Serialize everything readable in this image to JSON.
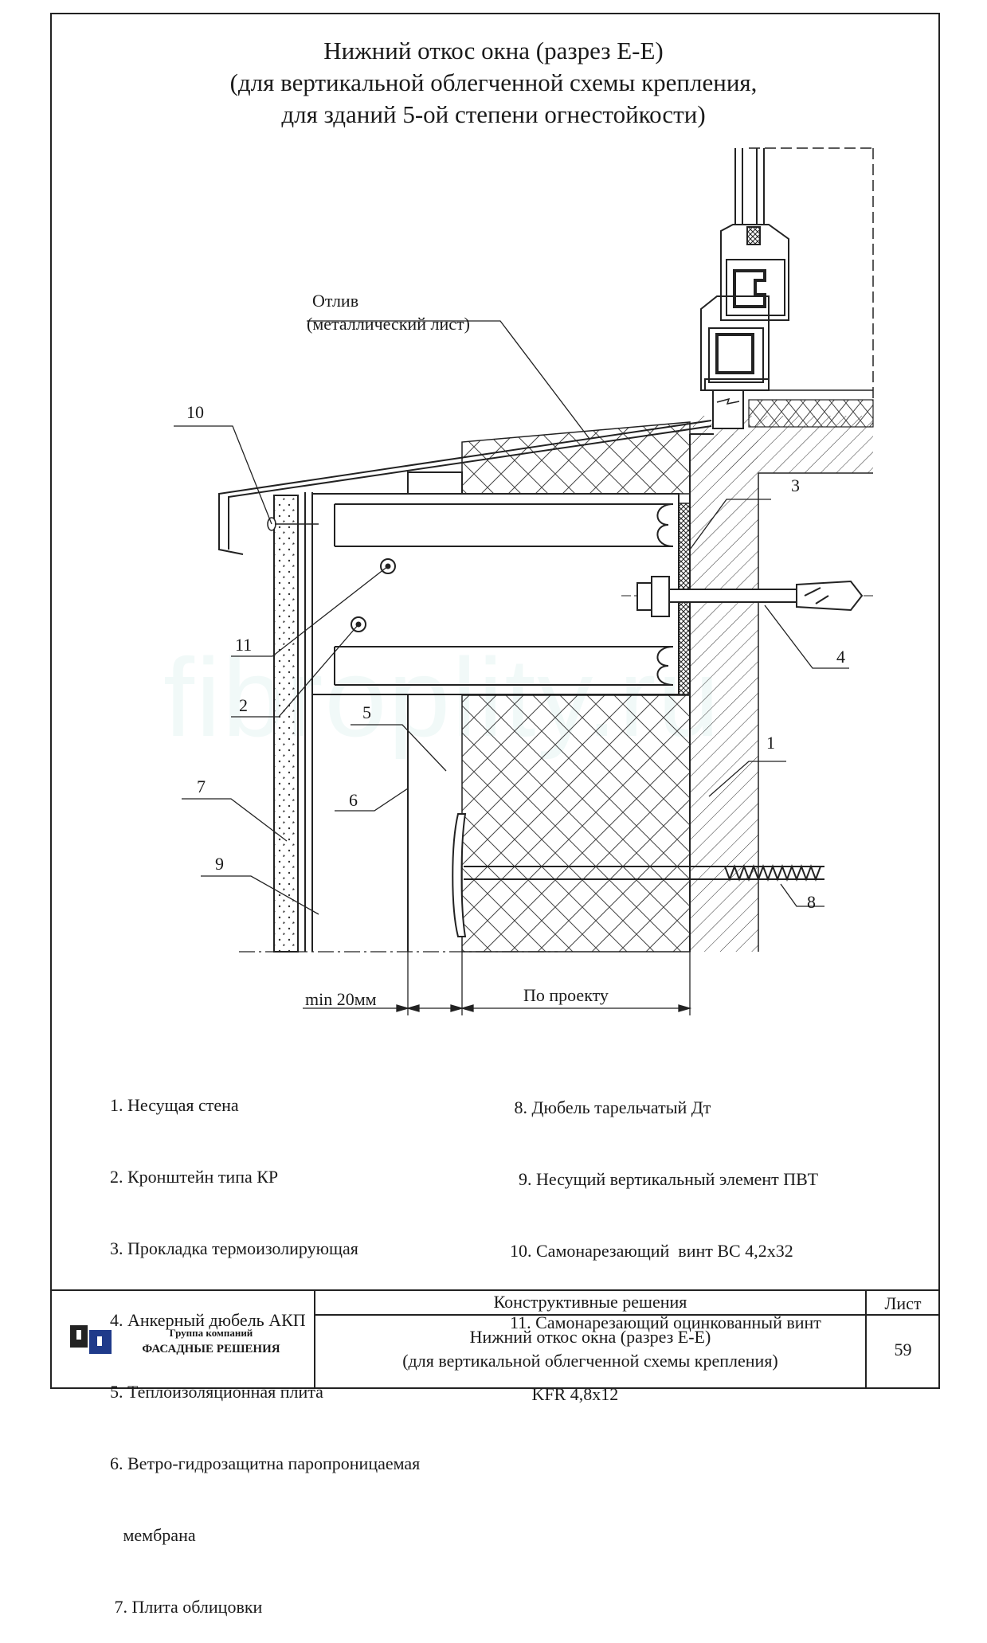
{
  "title": {
    "line1": "Нижний откос окна (разрез Е-Е)",
    "line2": "(для вертикальной облегченной схемы крепления,",
    "line3": "для зданий 5-ой степени огнестойкости)"
  },
  "callouts": {
    "otliv_line1": "Отлив",
    "otliv_line2": "(металлический лист)",
    "n1": "1",
    "n2": "2",
    "n3": "3",
    "n4": "4",
    "n5": "5",
    "n6": "6",
    "n7": "7",
    "n8": "8",
    "n9": "9",
    "n10": "10",
    "n11": "11"
  },
  "dimensions": {
    "gap": "min 20мм",
    "insulation": "По проекту"
  },
  "legend_left": [
    "1. Несущая стена",
    "2. Кронштейн типа КР",
    "3. Прокладка термоизолирующая",
    "4. Анкерный дюбель АКП",
    "5. Теплоизоляционная плита",
    "6. Ветро-гидрозащитна паропроницаемая",
    "   мембрана",
    " 7. Плита облицовки"
  ],
  "legend_right": [
    " 8. Дюбель тарельчатый Дт",
    "  9. Несущий вертикальный элемент ПВТ",
    "10. Самонарезающий  винт ВС 4,2х32",
    "11. Самонарезающий оцинкованный винт",
    "     KFR 4,8х12"
  ],
  "watermark": "fibroplity.ru",
  "title_block": {
    "company_line1": "Группа компаний",
    "company_line2": "ФАСАДНЫЕ РЕШЕНИЯ",
    "section": "Конструктивные решения",
    "sheet_label": "Лист",
    "sheet_number": "59",
    "name_line1": "Нижний откос окна (разрез Е-Е)",
    "name_line2": "(для вертикальной облегченной схемы крепления)"
  },
  "colors": {
    "ink": "#1a1a1a",
    "logo_blue": "#1f3a8a",
    "watermark": "#7fcac0"
  }
}
